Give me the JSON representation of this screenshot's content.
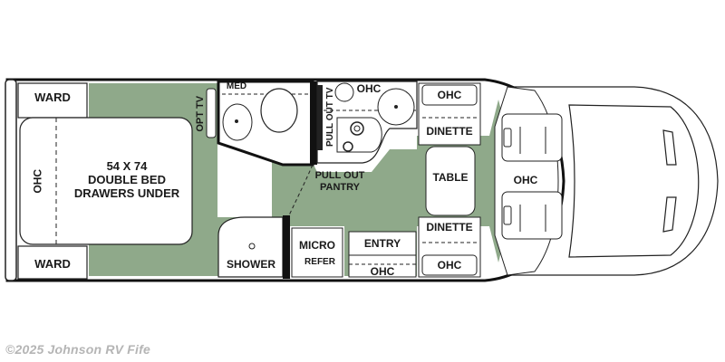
{
  "floorplan": {
    "colors": {
      "floor": "#8fa98a",
      "outline": "#111111",
      "fixture_fill": "#ffffff",
      "copyright_text": "#b5b5b5"
    },
    "labels": {
      "ward_top": "WARD",
      "ward_bottom": "WARD",
      "bed_ohc": "OHC",
      "bed_line1": "54 X 74",
      "bed_line2": "DOUBLE BED",
      "bed_line3": "DRAWERS UNDER",
      "opt_tv": "OPT TV",
      "med": "MED",
      "pull_out_tv": "PULL OUT TV",
      "galley_ohc": "OHC",
      "pull_out_pantry_1": "PULL OUT",
      "pull_out_pantry_2": "PANTRY",
      "shower": "SHOWER",
      "micro": "MICRO",
      "refer": "REFER",
      "entry": "ENTRY",
      "entry_ohc": "OHC",
      "dinette_ohc_top": "OHC",
      "dinette_top": "DINETTE",
      "table": "TABLE",
      "dinette_bottom": "DINETTE",
      "dinette_ohc_bottom": "OHC",
      "cab_ohc": "OHC"
    }
  },
  "footer": {
    "copyright": "©2025 Johnson RV Fife"
  }
}
